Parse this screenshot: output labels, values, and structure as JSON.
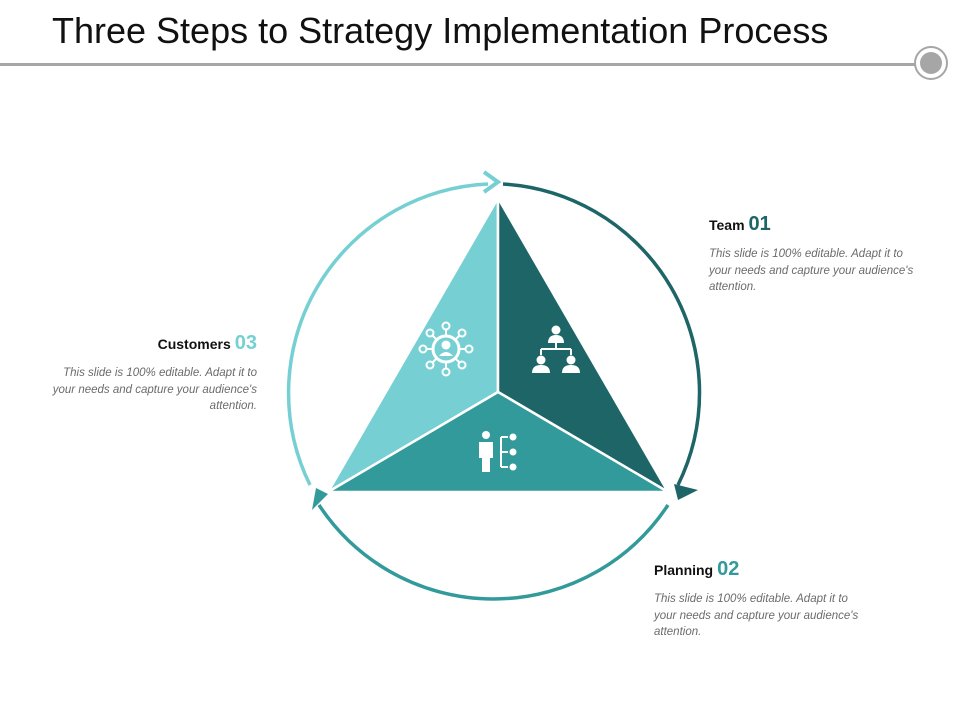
{
  "title": "Three Steps to Strategy Implementation Process",
  "colors": {
    "light": "#76d0d3",
    "medium": "#339a9b",
    "dark": "#1e6568",
    "rule": "#a6a6a6"
  },
  "steps": [
    {
      "label": "Team",
      "number": "01",
      "description": "This slide is 100% editable. Adapt it to your needs and capture your audience's attention.",
      "icon": "org-chart-icon",
      "color": "#1e6568"
    },
    {
      "label": "Planning",
      "number": "02",
      "description": "This slide is 100% editable. Adapt it to your needs and capture your audience's attention.",
      "icon": "person-checklist-icon",
      "color": "#339a9b"
    },
    {
      "label": "Customers",
      "number": "03",
      "description": "This slide is 100% editable. Adapt it to your needs and capture your audience's attention.",
      "icon": "network-people-icon",
      "color": "#76d0d3"
    }
  ]
}
